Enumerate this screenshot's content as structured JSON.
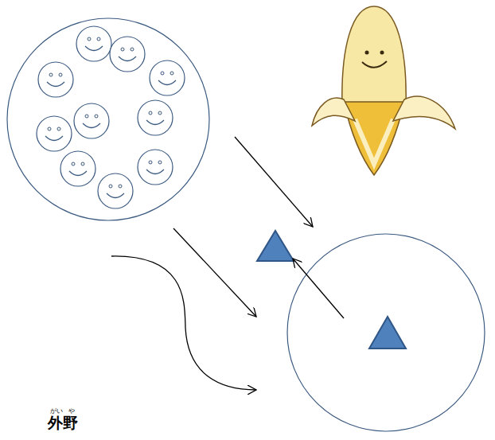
{
  "diagram": {
    "labels": [
      "がい",
      "や",
      "外野"
    ]
  }
}
